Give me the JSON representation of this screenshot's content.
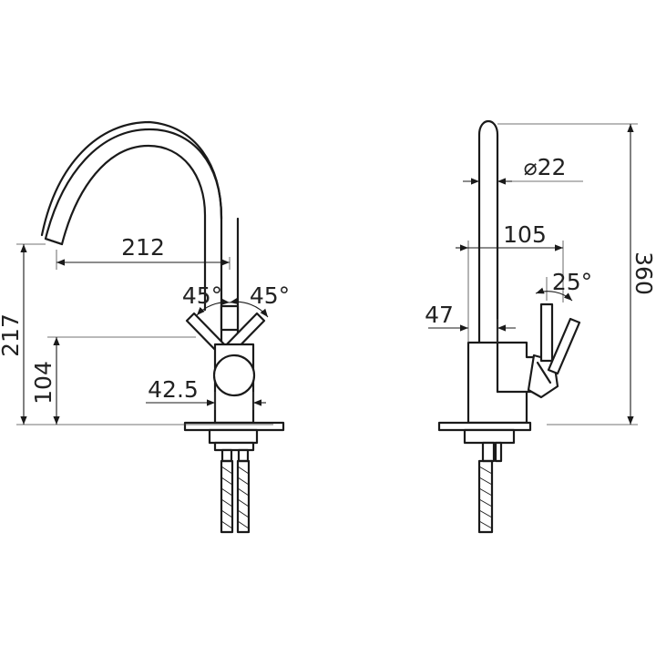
{
  "front_view": {
    "dim_reach": "212",
    "dim_total_height": "217",
    "dim_handle_height": "104",
    "dim_body_width": "42.5",
    "angle_left": "45°",
    "angle_right": "45°"
  },
  "side_view": {
    "dim_diameter": "⌀22",
    "dim_handle_depth": "105",
    "dim_body_depth": "47",
    "angle_handle": "25°",
    "dim_overall_height": "360"
  },
  "colors": {
    "line": "#1a1a1a",
    "text": "#222222",
    "background": "#ffffff"
  }
}
